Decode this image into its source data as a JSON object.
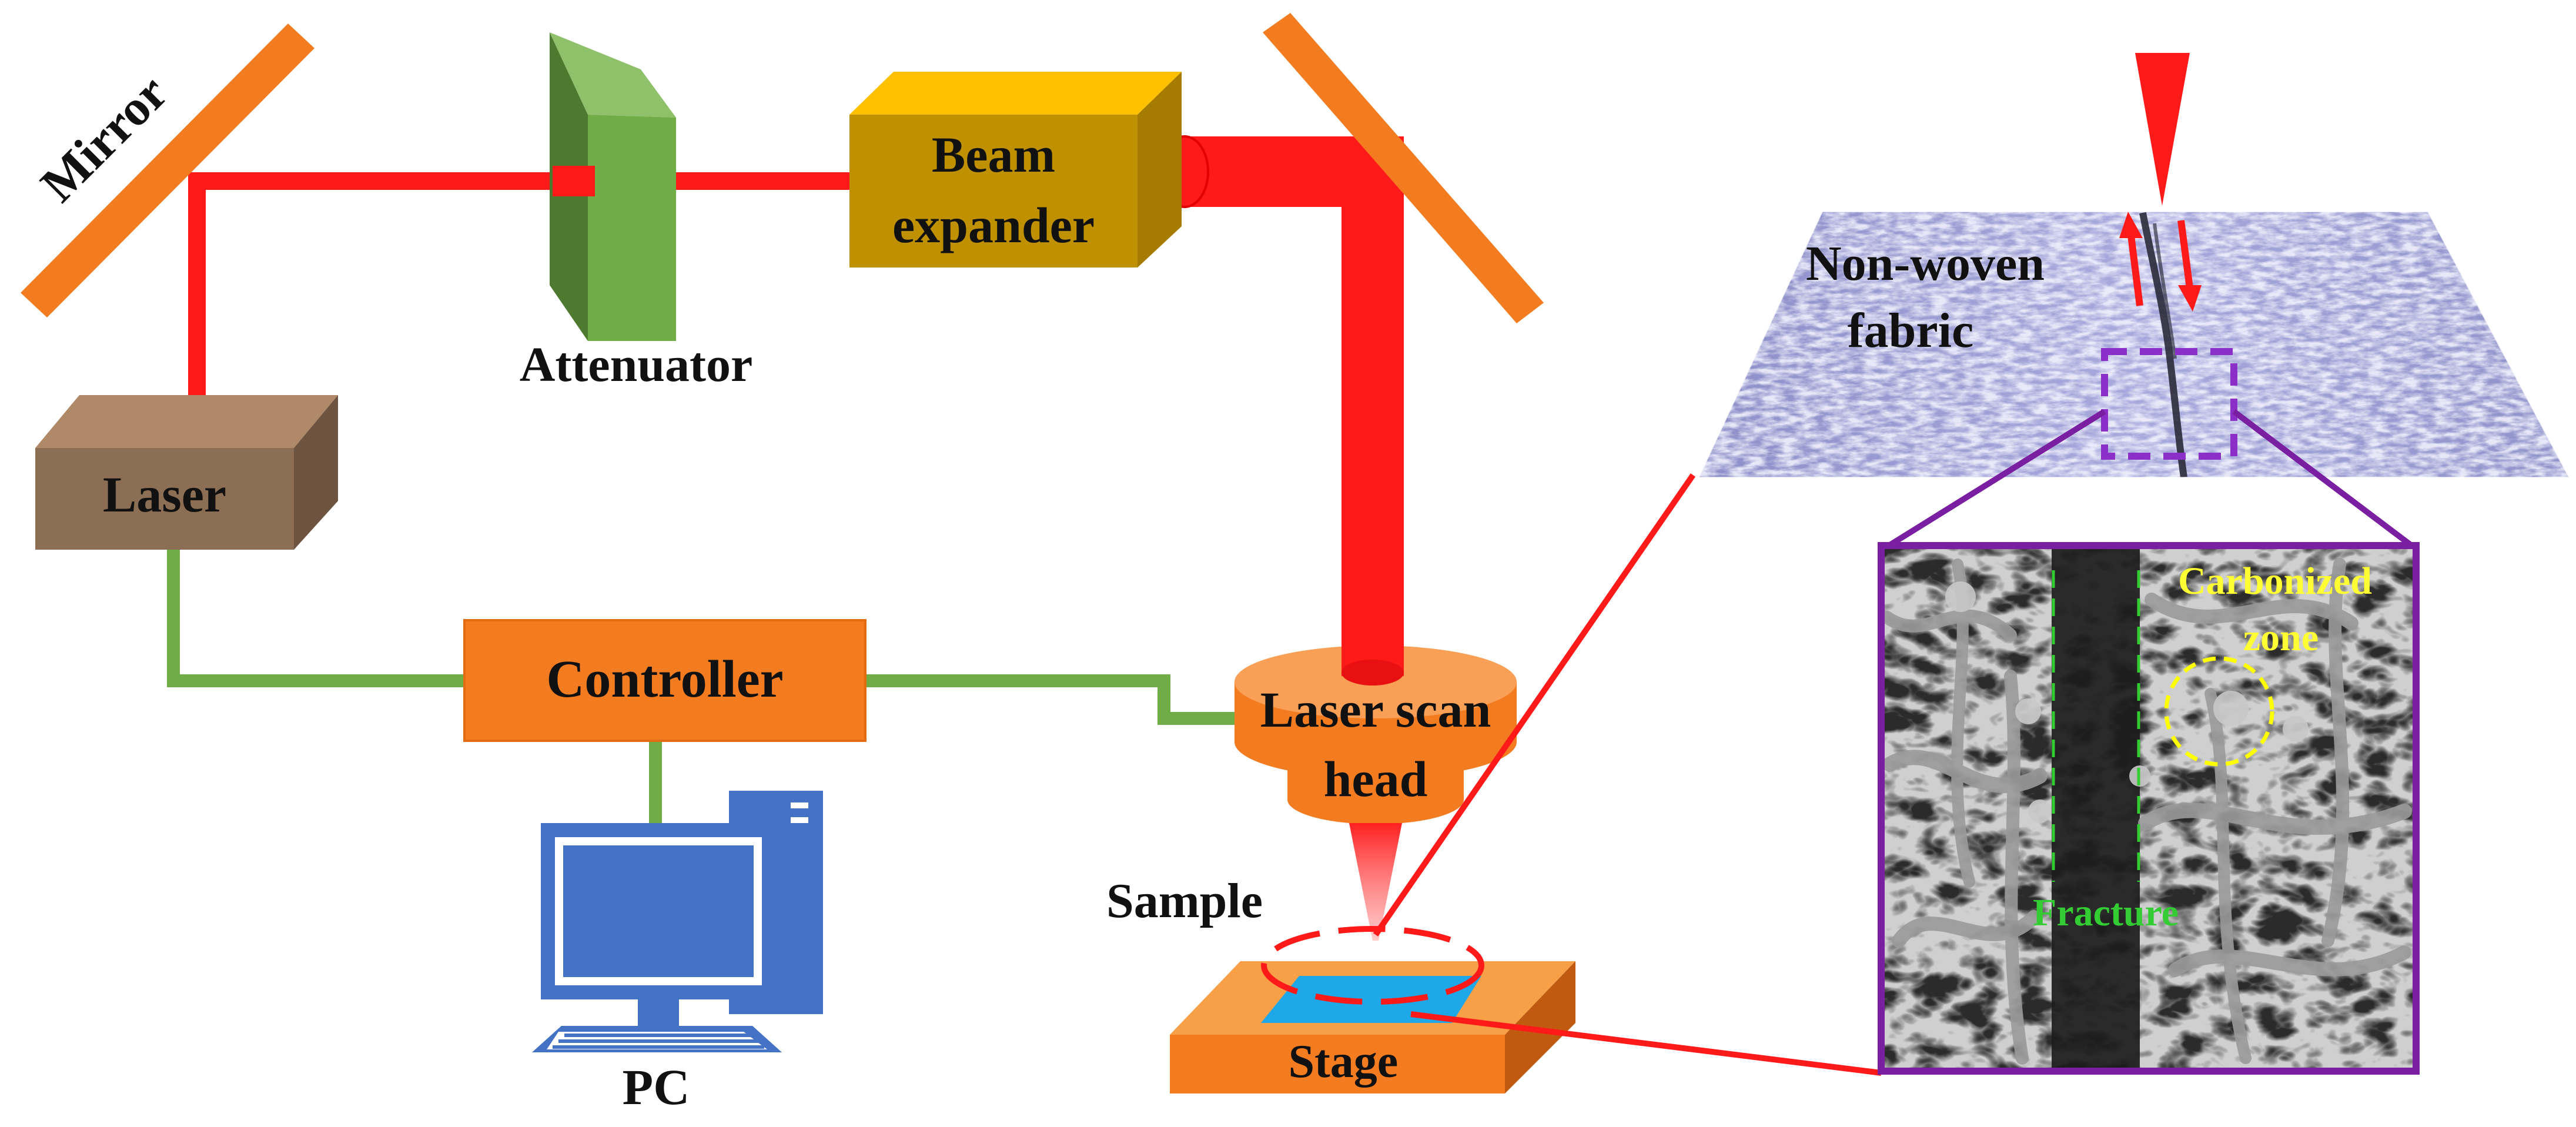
{
  "labels": {
    "mirror": "Mirror",
    "attenuator": "Attenuator",
    "beam_expander_line1": "Beam",
    "beam_expander_line2": "expander",
    "laser": "Laser",
    "controller": "Controller",
    "pc": "PC",
    "laser_scan_head_line1": "Laser scan",
    "laser_scan_head_line2": "head",
    "sample": "Sample",
    "stage": "Stage",
    "non_woven_line1": "Non-woven",
    "non_woven_line2": "fabric",
    "carbonized_line1": "Carbonized",
    "carbonized_line2": "zone",
    "fracture": "Fracture"
  },
  "colors": {
    "laser_beam": "#ff1a1a",
    "signal_wire": "#70ad47",
    "mirror": "#f47c20",
    "attenuator_front": "#4e7a30",
    "attenuator_side": "#70ad47",
    "beam_expander_front": "#bf9000",
    "beam_expander_top": "#ffc000",
    "laser_box_front": "#8c6e54",
    "laser_box_top": "#b08a68",
    "controller": "#f47c20",
    "pc_blue": "#4472c4",
    "scan_head": "#f47c20",
    "stage_top": "#f7a048",
    "sample": "#1fa8e8",
    "inset_border": "#7b1fa2",
    "sem_dashes": "#33cc33",
    "sem_label_carbonized": "#ffff33",
    "sem_label_fracture": "#33cc33",
    "zoom_circle": "#ffff00",
    "fabric_box_dash": "#8b2fc9"
  },
  "icons": [
    "pc-monitor-icon",
    "pc-tower-icon",
    "pc-keyboard-icon",
    "laser-pointer-triangle-icon"
  ]
}
